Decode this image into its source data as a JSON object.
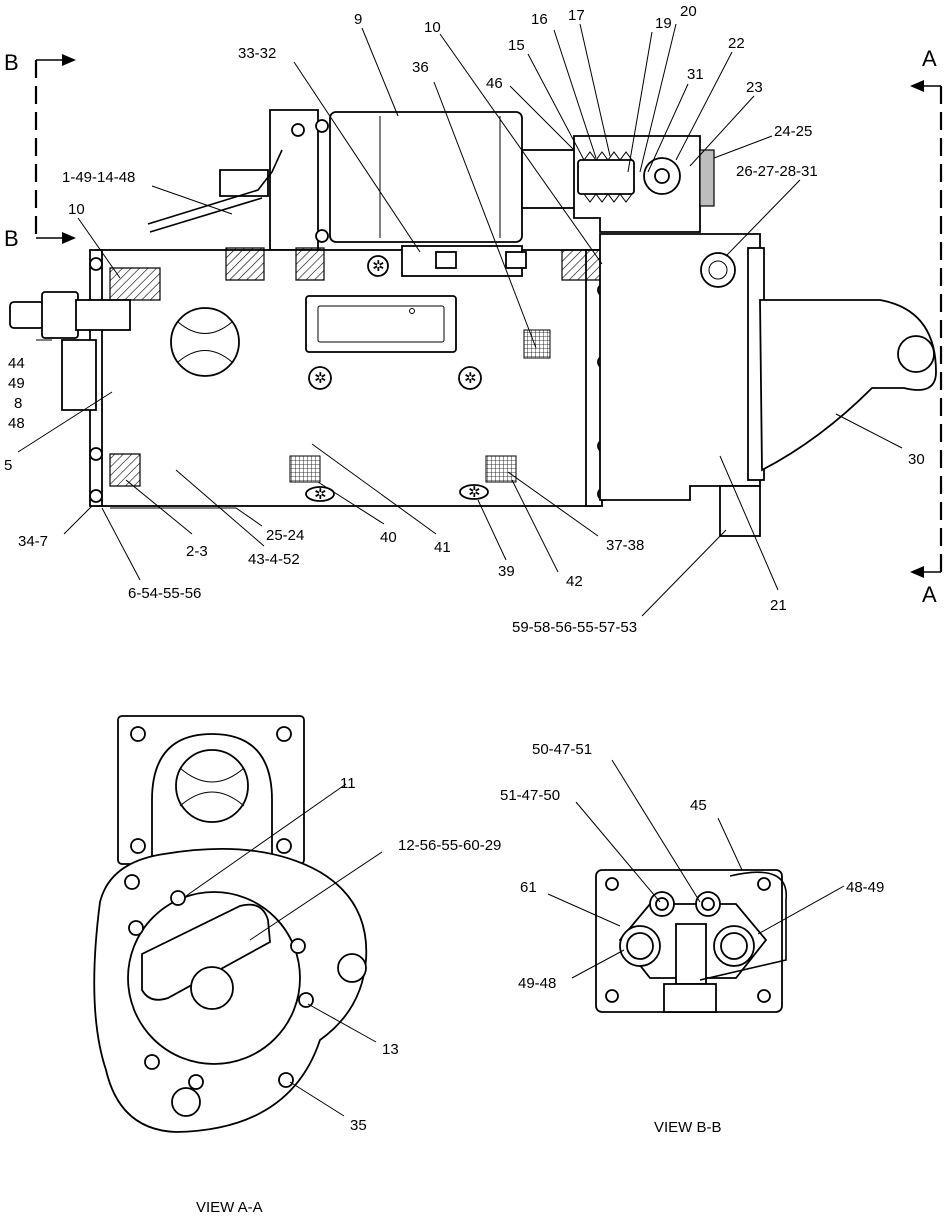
{
  "section_markers": {
    "b_top": "B",
    "b_bottom": "B",
    "a_top": "A",
    "a_bottom": "A"
  },
  "callouts": {
    "main_view": [
      "9",
      "10",
      "16",
      "17",
      "20",
      "15",
      "19",
      "22",
      "33-32",
      "36",
      "46",
      "31",
      "23",
      "24-25",
      "26-27-28-31",
      "1-49-14-48",
      "10",
      "44",
      "49",
      "8",
      "48",
      "5",
      "30",
      "34-7",
      "25-24",
      "40",
      "41",
      "37-38",
      "2-3",
      "43-4-52",
      "39",
      "42",
      "21",
      "6-54-55-56",
      "59-58-56-55-57-53"
    ],
    "view_a": [
      "11",
      "12-56-55-60-29",
      "13",
      "35"
    ],
    "view_b": [
      "50-47-51",
      "51-47-50",
      "45",
      "61",
      "48-49",
      "49-48"
    ]
  },
  "view_titles": {
    "view_a": "VIEW A-A",
    "view_b": "VIEW B-B"
  }
}
